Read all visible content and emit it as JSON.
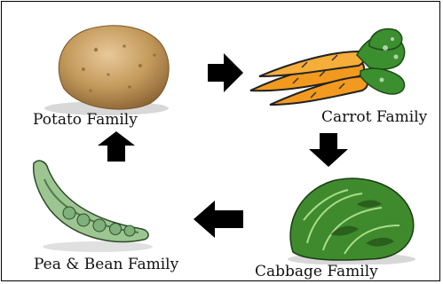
{
  "labels": {
    "potato": "Potato Family",
    "carrot": "Carrot Family",
    "cabbage": "Cabbage Family",
    "pea_bean": "Pea & Bean Family"
  },
  "icons": {
    "potato": "potato-icon",
    "carrot": "carrot-icon",
    "cabbage": "cabbage-icon",
    "pea_pod": "pea-pod-icon",
    "arrows": [
      "arrow-right-icon",
      "arrow-down-icon",
      "arrow-left-icon",
      "arrow-up-icon"
    ]
  },
  "colors": {
    "border": "#000000",
    "arrow": "#000000",
    "potato": "#c49a5c",
    "carrot": "#f29a1f",
    "carrot_greens": "#3c8f2e",
    "cabbage": "#3f8a2c",
    "pea_pod": "#7fb07a"
  }
}
